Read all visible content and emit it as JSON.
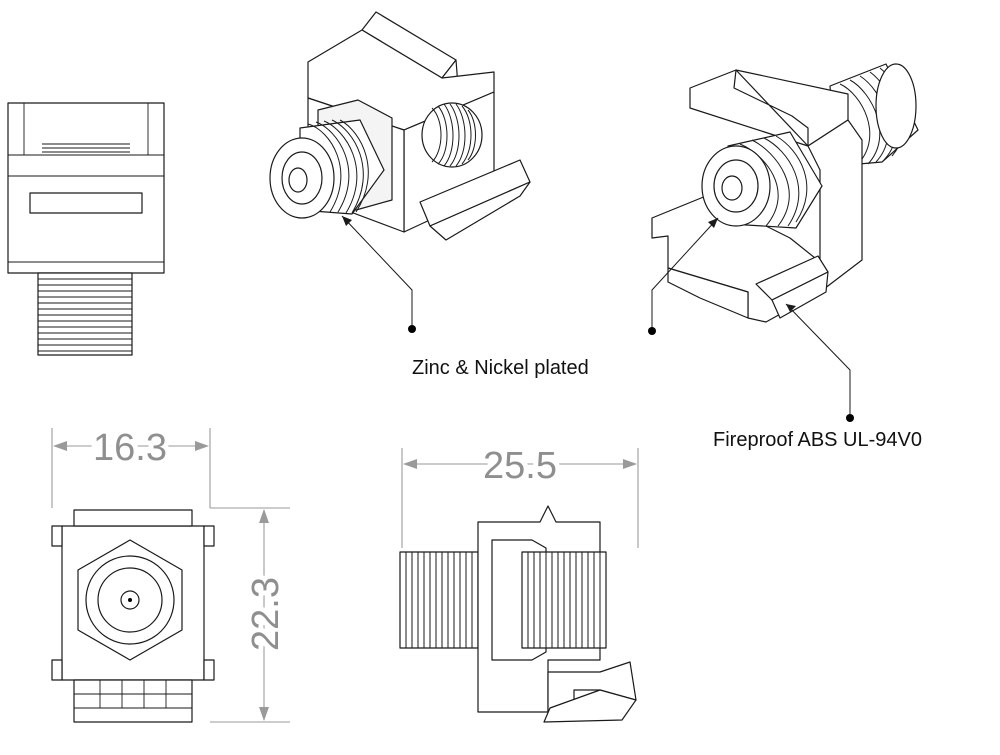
{
  "callouts": {
    "plating": "Zinc & Nickel plated",
    "housing": "Fireproof ABS UL-94V0"
  },
  "dimensions": {
    "width": "16.3",
    "height": "22.3",
    "length": "25.5"
  },
  "colors": {
    "line": "#1a1a1a",
    "dimension": "#9a9a9a",
    "background": "#ffffff"
  }
}
